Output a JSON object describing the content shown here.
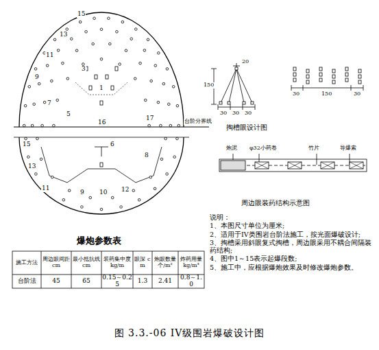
{
  "diagram": {
    "caption": "图 3.3.-06 IV级围岩爆破设计图",
    "labels": [
      "15",
      "13",
      "11",
      "9",
      "7",
      "5",
      "3",
      "1",
      "17",
      "16",
      "台阶分界线",
      "15",
      "13",
      "11",
      "9",
      "10",
      "12",
      "8",
      "6",
      "20",
      "150",
      "30",
      "30",
      "30",
      "30",
      "150",
      "30",
      "掏槽眼设计图",
      "炮泥",
      "φ32小药卷",
      "竹片",
      "导爆索",
      "周边眼装药结构示意图",
      "说明：",
      "1、本图尺寸单位为厘米;",
      "2、适用于IV类围岩台阶法施工，按光面爆破设计;",
      "3、掏槽采用斜眼复式掏槽，周边眼采用不耦合间隔装药结构;",
      "4、图中1～15表示起爆段数;",
      "5、施工中，应根据爆炮效果及时修改爆炮参数。",
      "爆炮参数表",
      "施工方法",
      "周边眼间距 cm",
      "最小抵抗线 cm",
      "装药集中度 kg/m",
      "眼深 cm",
      "炮眼数量 个/m²",
      "炸药用量 kg/m³",
      "台阶法",
      "45",
      "65",
      "0.15～0.25",
      "1.3",
      "2.41",
      "0.8～1.0"
    ]
  }
}
